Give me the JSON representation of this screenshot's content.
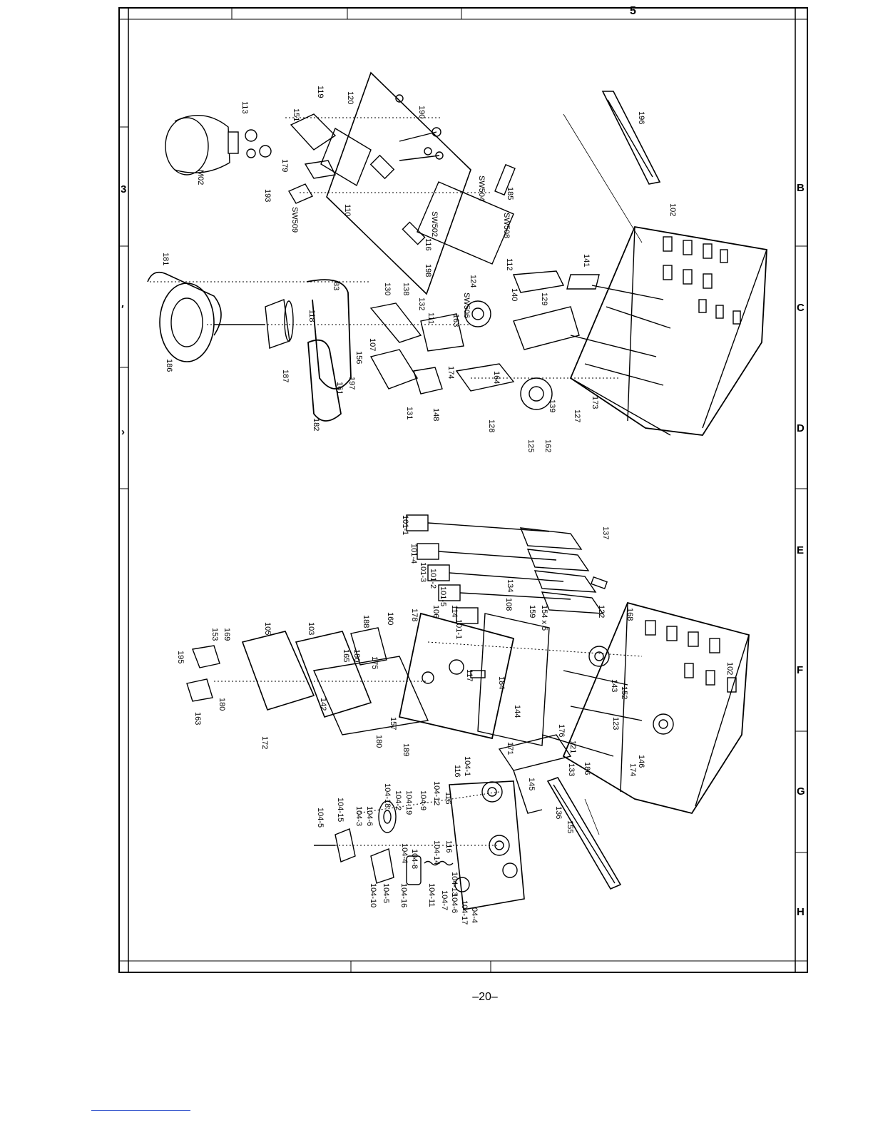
{
  "page": {
    "top_zone": "5",
    "page_number": "–20–"
  },
  "edge_letters": {
    "right": [
      "B",
      "C",
      "D",
      "E",
      "F",
      "G",
      "H"
    ],
    "left_fragments": [
      "3",
      "′",
      "›"
    ]
  },
  "upper_assembly": {
    "labels": [
      "120",
      "119",
      "113",
      "151",
      "190",
      "M02",
      "179",
      "193",
      "SW509",
      "110",
      "SW504",
      "185",
      "SW502",
      "116",
      "SW508",
      "181",
      "198",
      "124",
      "SW506",
      "112",
      "141",
      "196",
      "102",
      "83",
      "130",
      "138",
      "132",
      "111",
      "163",
      "140",
      "129",
      "118",
      "186",
      "187",
      "107",
      "156",
      "161",
      "197",
      "174",
      "131",
      "148",
      "128",
      "164",
      "127",
      "173",
      "139",
      "182",
      "125",
      "162"
    ]
  },
  "lower_assembly": {
    "labels": [
      "101-1",
      "101-4",
      "101-3",
      "101-2",
      "101-5",
      "137",
      "134",
      "114",
      "108",
      "159",
      "154 x 5",
      "106",
      "178",
      "188",
      "160",
      "101-1",
      "195",
      "153",
      "169",
      "105",
      "103",
      "165",
      "180",
      "175",
      "117",
      "122",
      "168",
      "102",
      "163",
      "180",
      "142",
      "172",
      "157",
      "180",
      "184",
      "144",
      "143",
      "152",
      "189",
      "116",
      "104-1",
      "176",
      "123",
      "121",
      "171",
      "186",
      "133",
      "174",
      "146",
      "145",
      "104-5",
      "104-15",
      "104-3",
      "104-6",
      "104-18",
      "104-2",
      "104-19",
      "104-9",
      "104-12",
      "116",
      "136",
      "155",
      "104-4",
      "104-8",
      "104-14",
      "116",
      "104-10",
      "104-5",
      "104-16",
      "104-11",
      "104-7",
      "104-6",
      "104-13",
      "104-17",
      "04-4"
    ]
  }
}
